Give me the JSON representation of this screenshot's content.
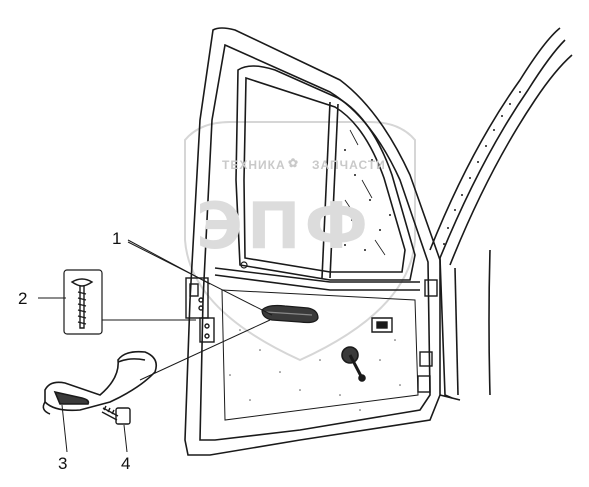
{
  "callouts": {
    "c1": "1",
    "c2": "2",
    "c3": "3",
    "c4": "4"
  },
  "watermark": {
    "text_left": "ТЕХНИКА",
    "text_right": "ЗАПЧАСТИ",
    "logo": "ЭПФ"
  },
  "colors": {
    "line": "#1a1a1a",
    "watermark": "#cfcfcf",
    "background": "#ffffff"
  }
}
